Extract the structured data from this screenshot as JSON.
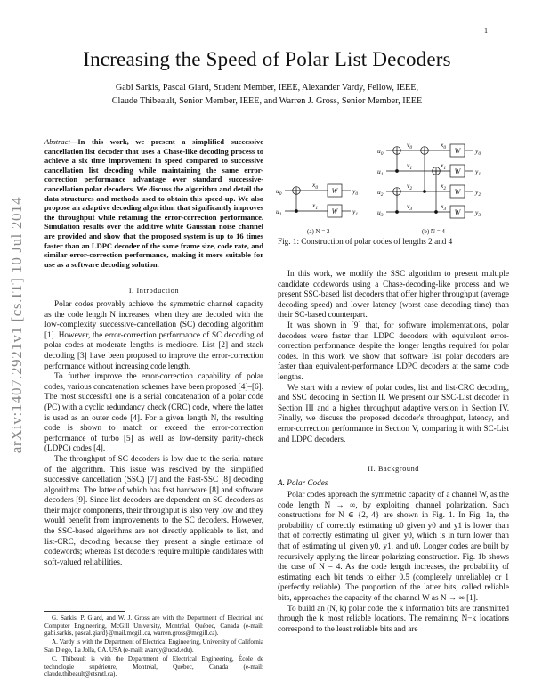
{
  "page_number": "1",
  "title": "Increasing the Speed of Polar List Decoders",
  "authors_line1": "Gabi Sarkis, Pascal Giard, Student Member, IEEE, Alexander Vardy, Fellow, IEEE,",
  "authors_line2": "Claude Thibeault, Senior Member, IEEE, and Warren J. Gross, Senior Member, IEEE",
  "arxiv_stamp": "arXiv:1407.2921v1  [cs.IT]  10 Jul 2014",
  "abstract_label": "Abstract",
  "abstract_text": "—In this work, we present a simplified successive cancellation list decoder that uses a Chase-like decoding process to achieve a six time improvement in speed compared to successive cancellation list decoding while maintaining the same error-correction performance advantage over standard successive-cancellation polar decoders. We discuss the algorithm and detail the data structures and methods used to obtain this speed-up. We also propose an adaptive decoding algorithm that significantly improves the throughput while retaining the error-correction performance. Simulation results over the additive white Gaussian noise channel are provided and show that the proposed system is up to 16 times faster than an LDPC decoder of the same frame size, code rate, and similar error-correction performance, making it more suitable for use as a software decoding solution.",
  "section_intro": "I. Introduction",
  "intro_p1": "Polar codes provably achieve the symmetric channel capacity as the code length N increases, when they are decoded with the low-complexity successive-cancellation (SC) decoding algorithm [1]. However, the error-correction performance of SC decoding of polar codes at moderate lengths is mediocre. List [2] and stack decoding [3] have been proposed to improve the error-correction performance without increasing code length.",
  "intro_p2": "To further improve the error-correction capability of polar codes, various concatenation schemes have been proposed [4]–[6]. The most successful one is a serial concatenation of a polar code (PC) with a cyclic redundancy check (CRC) code, where the latter is used as an outer code [4]. For a given length N, the resulting code is shown to match or exceed the error-correction performance of turbo [5] as well as low-density parity-check (LDPC) codes [4].",
  "intro_p3": "The throughput of SC decoders is low due to the serial nature of the algorithm. This issue was resolved by the simplified successive cancellation (SSC) [7] and the Fast-SSC [8] decoding algorithms. The latter of which has fast hardware [8] and software decoders [9]. Since list decoders are dependent on SC decoders as their major components, their throughput is also very low and they would benefit from improvements to the SC decoders. However, the SSC-based algorithms are not directly applicable to list, and list-CRC, decoding because they present a single estimate of codewords; whereas list decoders require multiple candidates with soft-valued reliabilities.",
  "footnote1": "G. Sarkis, P. Giard, and W. J. Gross are with the Department of Electrical and Computer Engineering, McGill University, Montréal, Québec, Canada (e-mail: gabi.sarkis, pascal.giard}@mail.mcgill.ca, warren.gross@mcgill.ca).",
  "footnote2": "A. Vardy is with the Department of Electrical Engineering, University of California San Diego, La Jolla, CA. USA (e-mail: avardy@ucsd.edu).",
  "footnote3": "C. Thibeault is with the Department of Electrical Engineering, École de technologie supérieure, Montréal, Québec, Canada (e-mail: claude.thibeault@etsmtl.ca).",
  "figure": {
    "caption": "Fig. 1: Construction of polar codes of lengths 2 and 4",
    "sub_a": "(a) N = 2",
    "sub_b": "(b) N = 4",
    "w_label": "W"
  },
  "right_p1": "In this work, we modify the SSC algorithm to present multiple candidate codewords using a Chase-decoding-like process and we present SSC-based list decoders that offer higher throughput (average decoding speed) and lower latency (worst case decoding time) than their SC-based counterpart.",
  "right_p2": "It was shown in [9] that, for software implementations, polar decoders were faster than LDPC decoders with equivalent error-correction performance despite the longer lengths required for polar codes. In this work we show that software list polar decoders are faster than equivalent-performance LDPC decoders at the same code lengths.",
  "right_p3": "We start with a review of polar codes, list and list-CRC decoding, and SSC decoding in Section II. We present our SSC-List decoder in Section III and a higher throughput adaptive version in Section IV. Finally, we discuss the proposed decoder's throughput, latency, and error-correction performance in Section V, comparing it with SC-List and LDPC decoders.",
  "section_background": "II. Background",
  "subsection_polar": "A. Polar Codes",
  "bg_p1": "Polar codes approach the symmetric capacity of a channel W, as the code length N → ∞, by exploiting channel polarization. Such constructions for N ∈ {2, 4} are shown in Fig. 1. In Fig. 1a, the probability of correctly estimating u0 given y0 and y1 is lower than that of correctly estimating u1 given y0, which is in turn lower than that of estimating u1 given y0, y1, and u0. Longer codes are built by recursively applying the linear polarizing construction. Fig. 1b shows the case of N = 4. As the code length increases, the probability of estimating each bit tends to either 0.5 (completely unreliable) or 1 (perfectly reliable). The proportion of the latter bits, called reliable bits, approaches the capacity of the channel W as N → ∞ [1].",
  "bg_p2": "To build an (N, k) polar code, the k information bits are transmitted through the k most reliable locations. The remaining N−k locations correspond to the least reliable bits and are"
}
